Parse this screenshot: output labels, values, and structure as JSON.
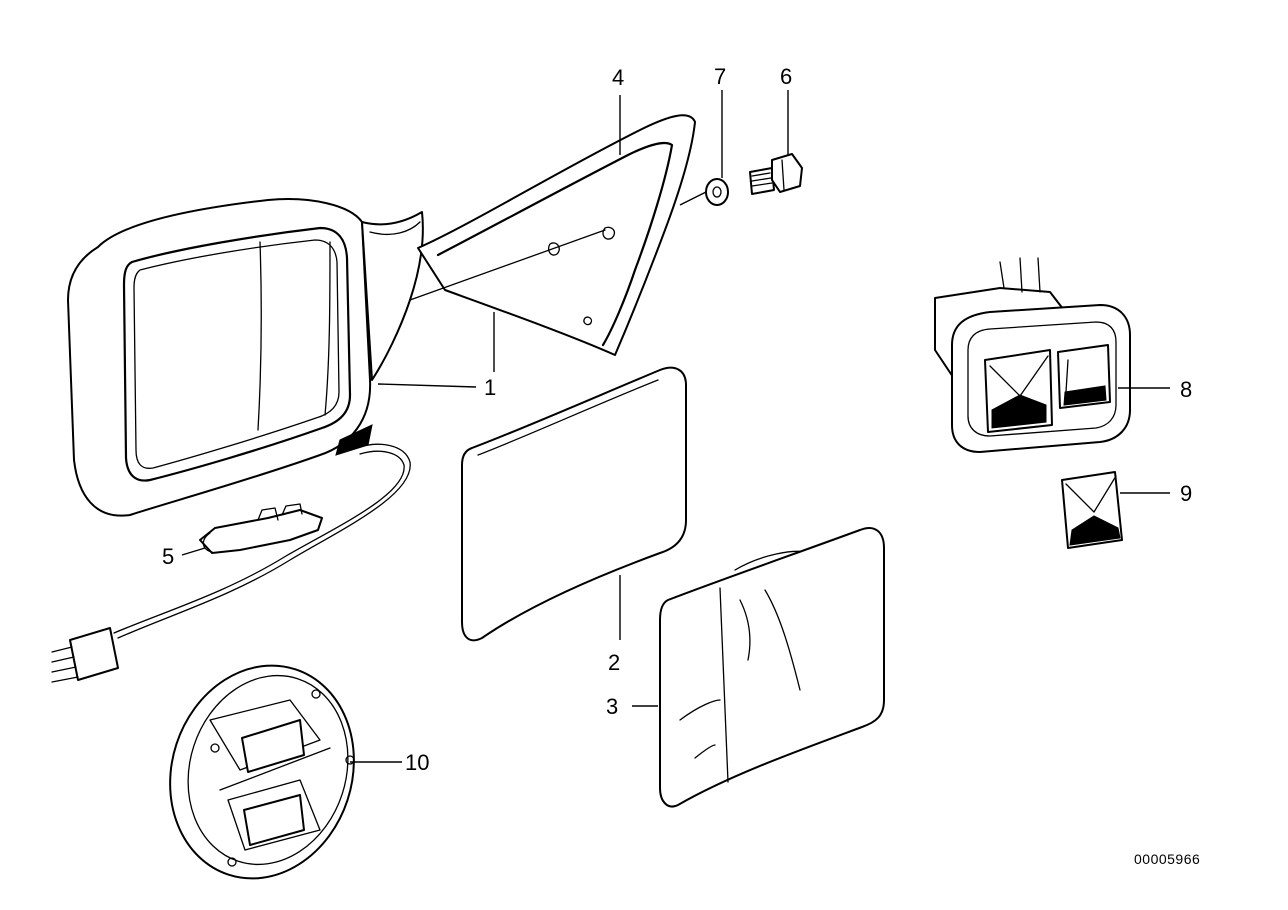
{
  "callouts": [
    {
      "id": "1",
      "label": "1"
    },
    {
      "id": "2",
      "label": "2"
    },
    {
      "id": "3",
      "label": "3"
    },
    {
      "id": "4",
      "label": "4"
    },
    {
      "id": "5",
      "label": "5"
    },
    {
      "id": "6",
      "label": "6"
    },
    {
      "id": "7",
      "label": "7"
    },
    {
      "id": "8",
      "label": "8"
    },
    {
      "id": "9",
      "label": "9"
    },
    {
      "id": "10",
      "label": "10"
    }
  ],
  "diagram_code": "00005966"
}
